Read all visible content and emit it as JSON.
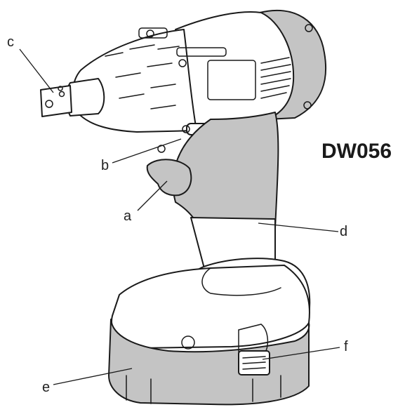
{
  "model": "DW056",
  "callouts": {
    "a": "a",
    "b": "b",
    "c": "c",
    "d": "d",
    "e": "e",
    "f": "f"
  },
  "colors": {
    "outline": "#1a1a1a",
    "grip": "#c4c4c4",
    "body": "#ffffff"
  }
}
